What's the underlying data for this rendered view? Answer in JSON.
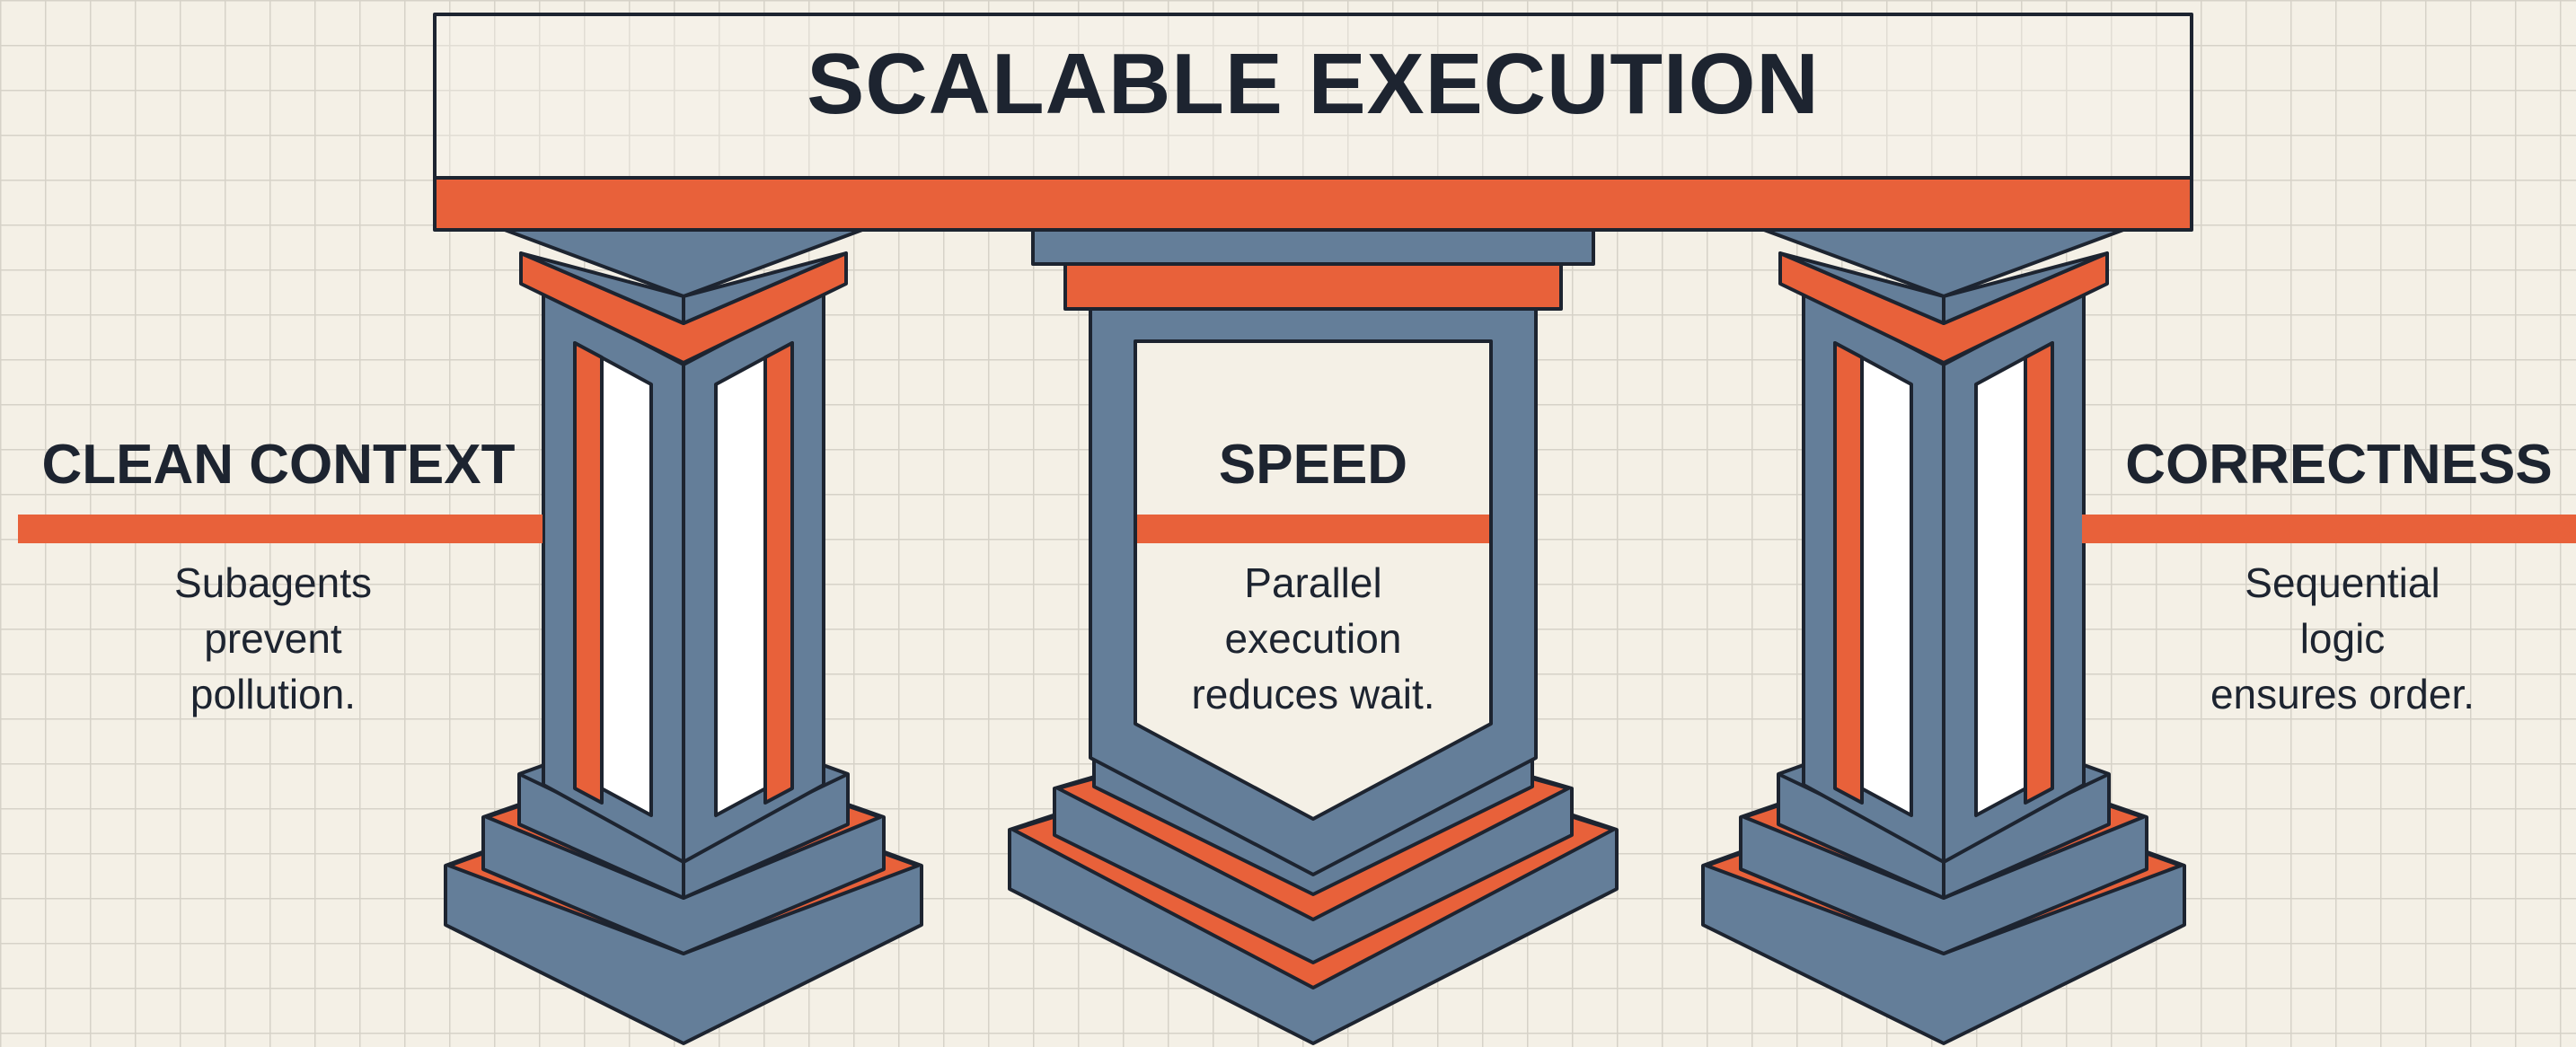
{
  "banner": {
    "title": "SCALABLE EXECUTION"
  },
  "pillars": [
    {
      "label": "CLEAN CONTEXT",
      "desc_lines": [
        "Subagents",
        "prevent",
        "pollution."
      ]
    },
    {
      "label": "SPEED",
      "desc_lines": [
        "Parallel",
        "execution",
        "reduces wait."
      ]
    },
    {
      "label": "CORRECTNESS",
      "desc_lines": [
        "Sequential",
        "logic",
        "ensures order."
      ]
    }
  ],
  "colors": {
    "background": "#f4f0e6",
    "grid": "#d6d2c8",
    "accent": "#e8613a",
    "pillar": "#647e99",
    "outline": "#1d2430",
    "banner_fill": "#f7f3ea"
  }
}
